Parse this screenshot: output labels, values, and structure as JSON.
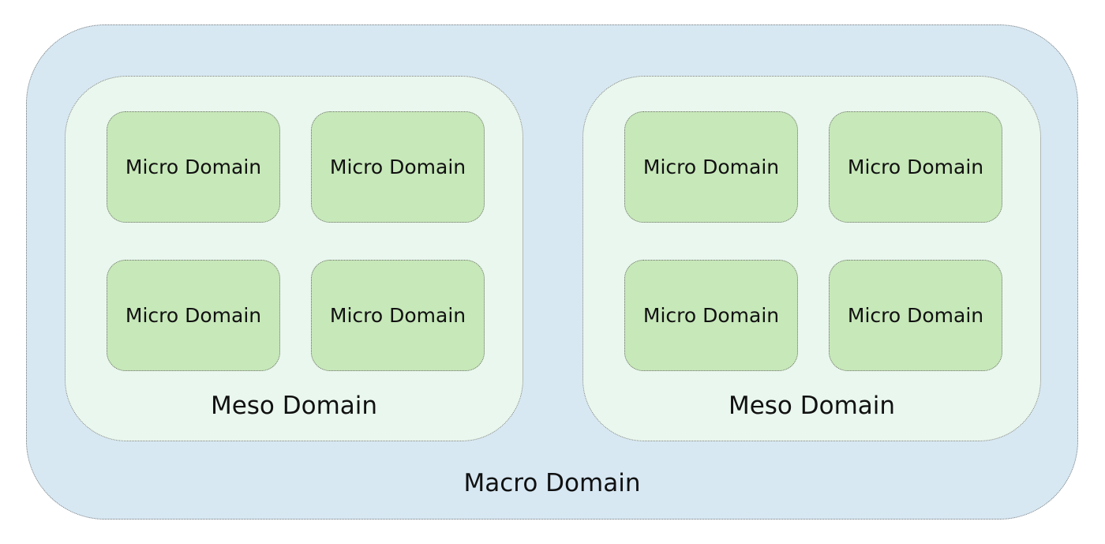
{
  "macro": {
    "label": "Macro Domain",
    "color": "#d7e8f3"
  },
  "meso": [
    {
      "label": "Meso Domain",
      "micro": [
        "Micro Domain",
        "Micro Domain",
        "Micro Domain",
        "Micro Domain"
      ]
    },
    {
      "label": "Meso Domain",
      "micro": [
        "Micro Domain",
        "Micro Domain",
        "Micro Domain",
        "Micro Domain"
      ]
    }
  ],
  "colors": {
    "meso_fill": "#e9f7ee",
    "micro_fill": "#c7e8b9",
    "border": "#7a7a7a"
  }
}
